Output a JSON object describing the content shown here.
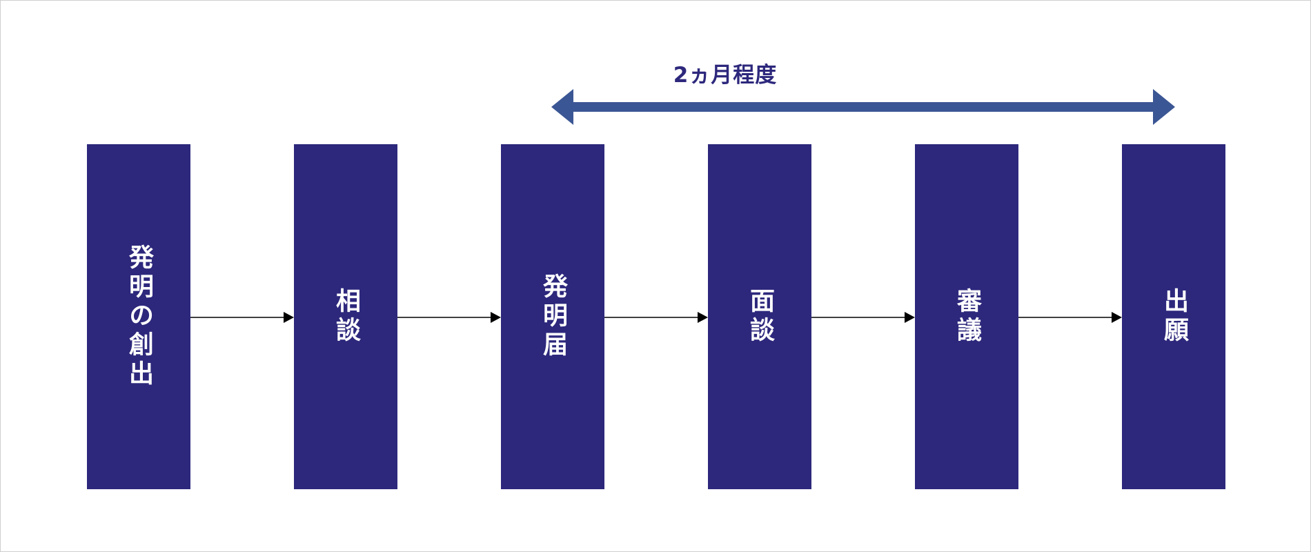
{
  "period": {
    "label": "2ヵ月程度",
    "arrow_color": "#3b5694"
  },
  "steps": [
    {
      "label": "発明の創出"
    },
    {
      "label": "相談"
    },
    {
      "label": "発明届"
    },
    {
      "label": "面談"
    },
    {
      "label": "審議"
    },
    {
      "label": "出願"
    }
  ],
  "colors": {
    "box": "#2d287c",
    "box_text": "#ffffff",
    "connector": "#000000",
    "label_text": "#2d287c"
  }
}
